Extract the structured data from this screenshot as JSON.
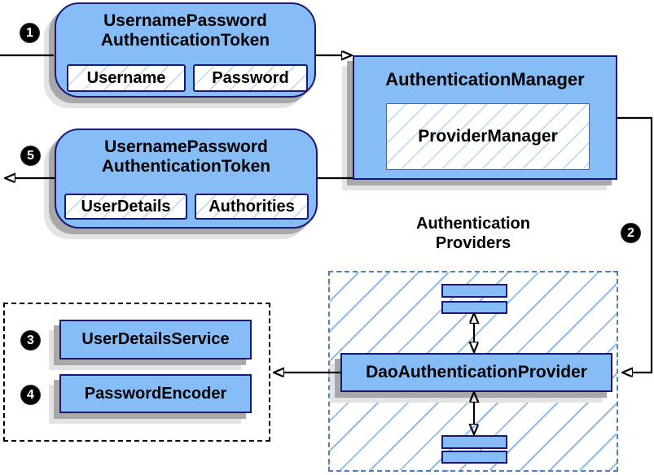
{
  "request_token": {
    "title_line1": "UsernamePassword",
    "title_line2": "AuthenticationToken",
    "field1": "Username",
    "field2": "Password"
  },
  "authentication_manager": {
    "title": "AuthenticationManager",
    "provider_manager": "ProviderManager"
  },
  "result_token": {
    "title_line1": "UsernamePassword",
    "title_line2": "AuthenticationToken",
    "field1": "UserDetails",
    "field2": "Authorities"
  },
  "authentication_providers": {
    "label_line1": "Authentication",
    "label_line2": "Providers",
    "dao_provider": "DaoAuthenticationProvider"
  },
  "dependencies": {
    "user_details_service": "UserDetailsService",
    "password_encoder": "PasswordEncoder"
  },
  "steps": {
    "step1": "1",
    "step2": "2",
    "step3": "3",
    "step4": "4",
    "step5": "5"
  },
  "colors": {
    "box_fill": "#87bdf7",
    "box_border": "#191975",
    "hatch_line": "#8fbbea",
    "dashed_blue_border": "#4d7ebf",
    "shadow_dark": "#a8a8a8",
    "shadow_light": "#e3e3e3"
  }
}
